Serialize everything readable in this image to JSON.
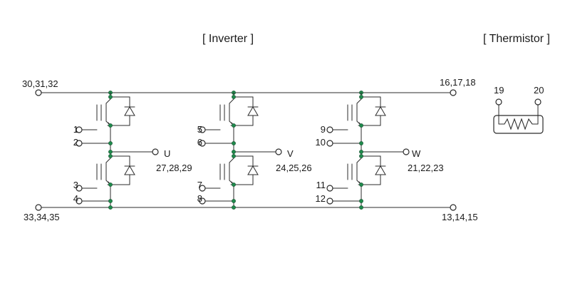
{
  "titles": {
    "inverter": "[ Inverter ]",
    "thermistor": "[ Thermistor ]"
  },
  "rails": {
    "top_left": "30,31,32",
    "top_right": "16,17,18",
    "bottom_left": "33,34,35",
    "bottom_right": "13,14,15"
  },
  "phases": [
    {
      "output": "U",
      "output_pins": "27,28,29",
      "upper": {
        "gate": "1",
        "emitter": "2"
      },
      "lower": {
        "gate": "3",
        "emitter": "4"
      }
    },
    {
      "output": "V",
      "output_pins": "24,25,26",
      "upper": {
        "gate": "5",
        "emitter": "6"
      },
      "lower": {
        "gate": "7",
        "emitter": "8"
      }
    },
    {
      "output": "W",
      "output_pins": "21,22,23",
      "upper": {
        "gate": "9",
        "emitter": "10"
      },
      "lower": {
        "gate": "11",
        "emitter": "12"
      }
    }
  ],
  "thermistor": {
    "pin_a": "19",
    "pin_b": "20"
  },
  "colors": {
    "line": "#2b2b2b",
    "junction": "#1f8a4c"
  }
}
